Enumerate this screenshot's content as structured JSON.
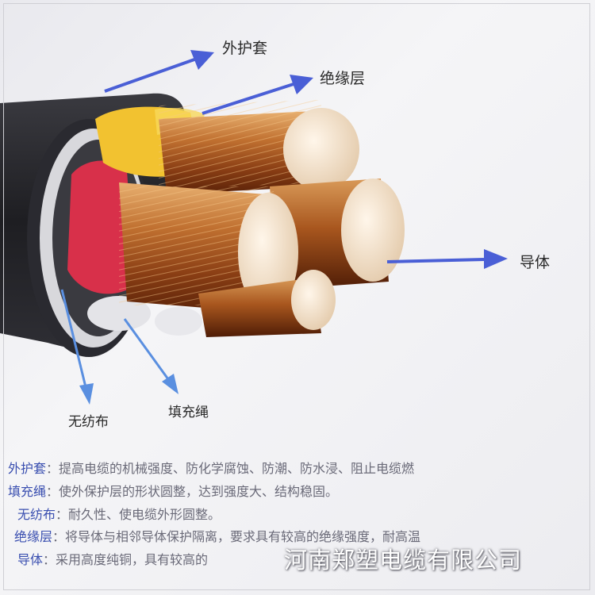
{
  "labels": {
    "outer_sheath": "外护套",
    "insulation": "绝缘层",
    "conductor": "导体",
    "nonwoven": "无纺布",
    "filler_rope": "填充绳"
  },
  "descriptions": [
    {
      "term": "外护套",
      "sep": "：",
      "text": "提高电缆的机械强度、防化学腐蚀、防潮、防水浸、阻止电缆燃"
    },
    {
      "term": "填充绳",
      "sep": "：",
      "text": "使外保护层的形状圆整，达到强度大、结构稳固。"
    },
    {
      "term": "无纺布",
      "sep": "：",
      "text": "耐久性、使电缆外形圆整。"
    },
    {
      "term": "绝缘层",
      "sep": "：",
      "text": "将导体与相邻导体保护隔离，要求具有较高的绝缘强度，耐高温"
    },
    {
      "term": "导体",
      "sep": "：",
      "text": "采用高度纯铜，具有较高的"
    }
  ],
  "watermark": "河南郑塑电缆有限公司",
  "colors": {
    "arrow": "#4a5fd6",
    "arrow_light": "#5a8fe0",
    "copper": "#b8692e",
    "sheath": "#222226",
    "insulation_yellow": "#f2c230",
    "insulation_red": "#d8304a"
  }
}
